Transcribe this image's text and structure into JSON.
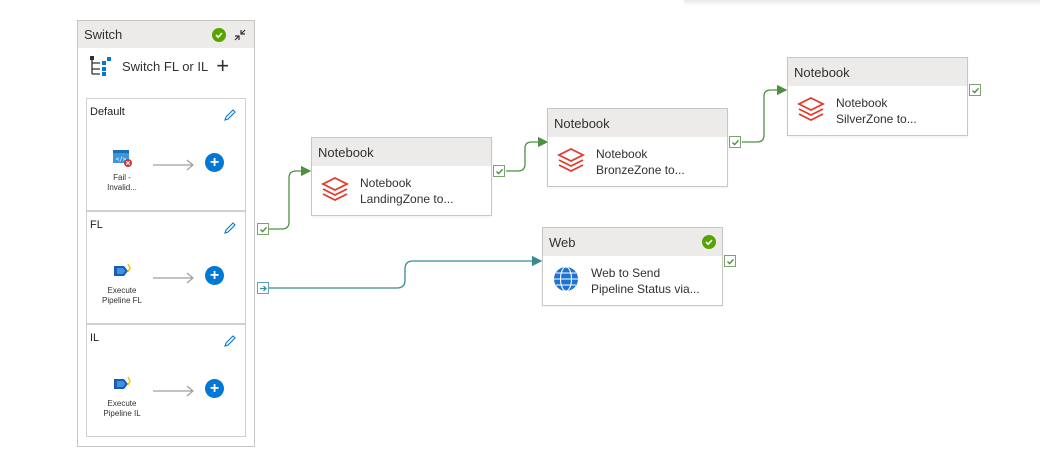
{
  "switch": {
    "header_title": "Switch",
    "name": "Switch FL or IL",
    "cases": [
      {
        "label": "Default",
        "activity": "Fail -\nInvalid...",
        "activity_line1": "Fail -",
        "activity_line2": "Invalid..."
      },
      {
        "label": "FL",
        "activity_line1": "Execute",
        "activity_line2": "Pipeline FL"
      },
      {
        "label": "IL",
        "activity_line1": "Execute",
        "activity_line2": "Pipeline IL"
      }
    ]
  },
  "notebooks": [
    {
      "header": "Notebook",
      "line1": "Notebook",
      "line2": "LandingZone to..."
    },
    {
      "header": "Notebook",
      "line1": "Notebook",
      "line2": "BronzeZone to..."
    },
    {
      "header": "Notebook",
      "line1": "Notebook",
      "line2": "SilverZone to..."
    }
  ],
  "web": {
    "header": "Web",
    "line1": "Web to Send",
    "line2": "Pipeline Status via..."
  },
  "colors": {
    "success_green": "#57a300",
    "connector_green": "#4f8f45",
    "connector_teal": "#3a8a8f",
    "add_blue": "#0078d4",
    "databricks_red": "#e03b2e",
    "header_gray": "#edebe9"
  },
  "icons": {
    "switch": "switch-branch-icon",
    "fail": "fail-activity-icon",
    "execute_pipeline": "execute-pipeline-icon",
    "notebook": "databricks-notebook-icon",
    "web": "web-globe-icon",
    "edit": "pencil-icon",
    "add": "plus-icon"
  }
}
